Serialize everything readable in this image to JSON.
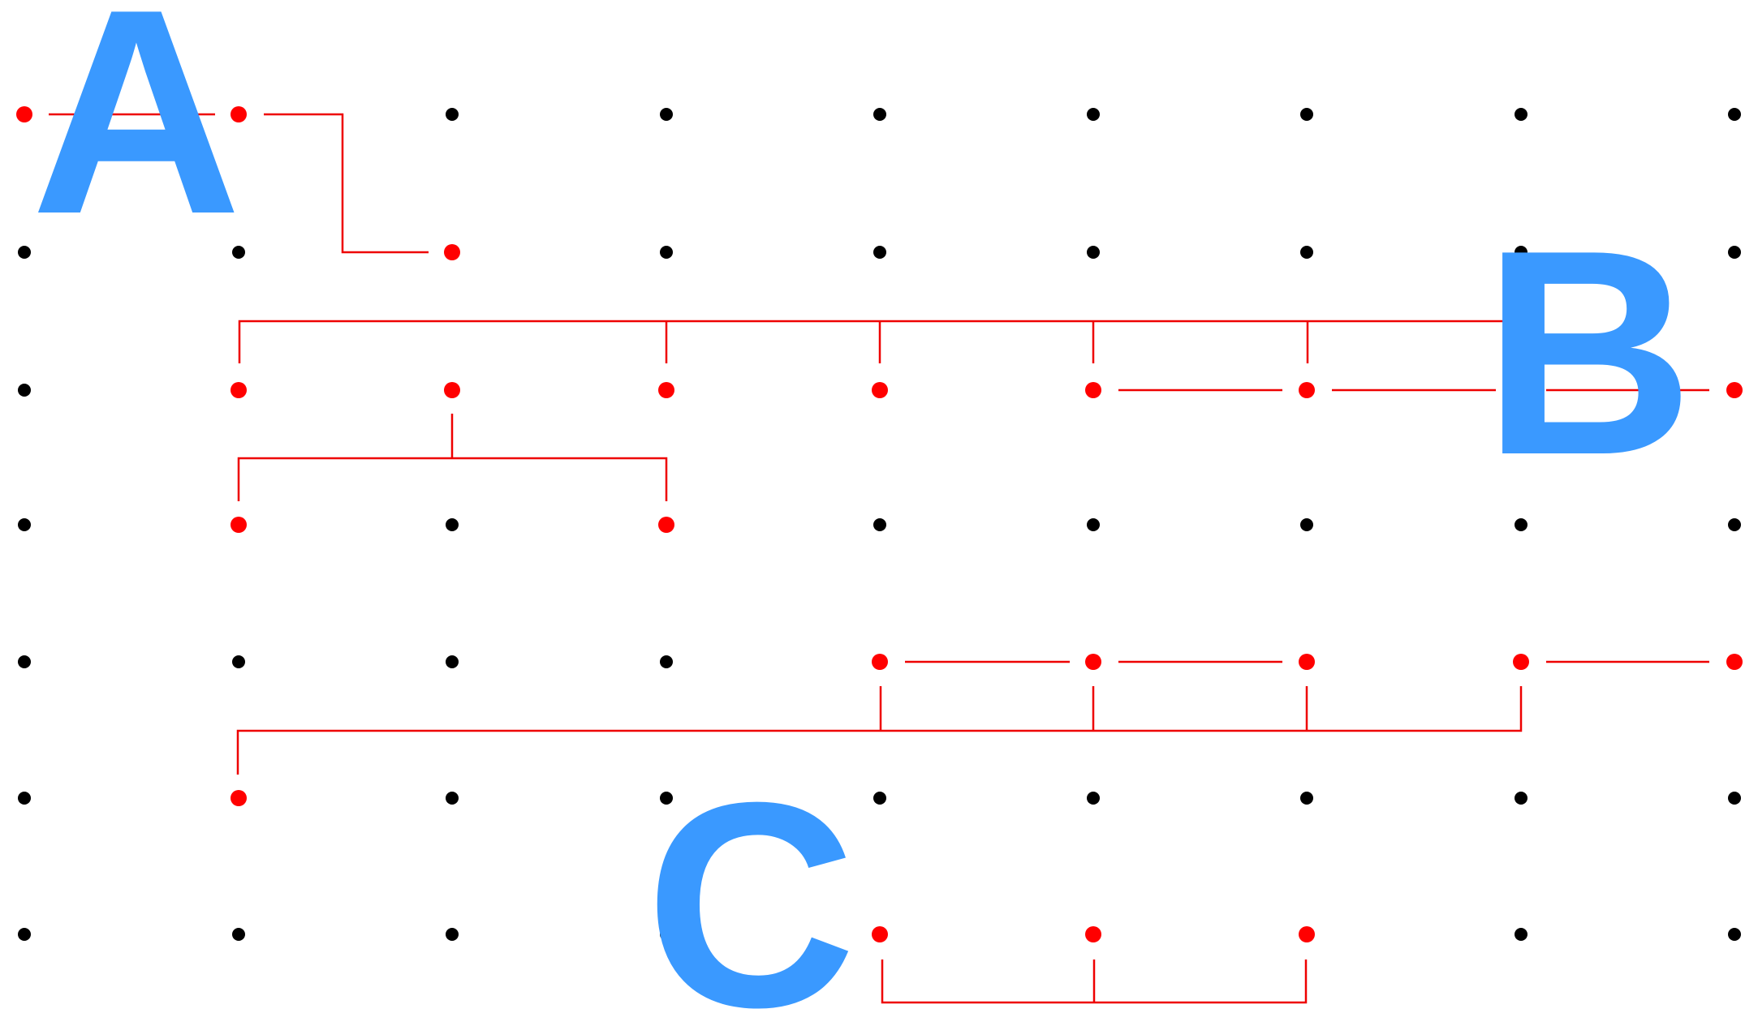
{
  "labels": {
    "a": "A",
    "b": "B",
    "c": "C"
  },
  "colors": {
    "dot": "#000000",
    "highlight": "#ff0000",
    "label": "#3a99ff",
    "line": "#ee0000"
  },
  "grid": {
    "columns": 9,
    "rows": 7
  },
  "highlighted_dots": [
    [
      0,
      0
    ],
    [
      1,
      0
    ],
    [
      2,
      1
    ],
    [
      1,
      2
    ],
    [
      2,
      2
    ],
    [
      3,
      2
    ],
    [
      4,
      2
    ],
    [
      5,
      2
    ],
    [
      6,
      2
    ],
    [
      7,
      2
    ],
    [
      8,
      2
    ],
    [
      1,
      3
    ],
    [
      3,
      3
    ],
    [
      4,
      4
    ],
    [
      5,
      4
    ],
    [
      6,
      4
    ],
    [
      7,
      4
    ],
    [
      8,
      4
    ],
    [
      1,
      5
    ],
    [
      4,
      6
    ],
    [
      5,
      6
    ],
    [
      6,
      6
    ]
  ]
}
